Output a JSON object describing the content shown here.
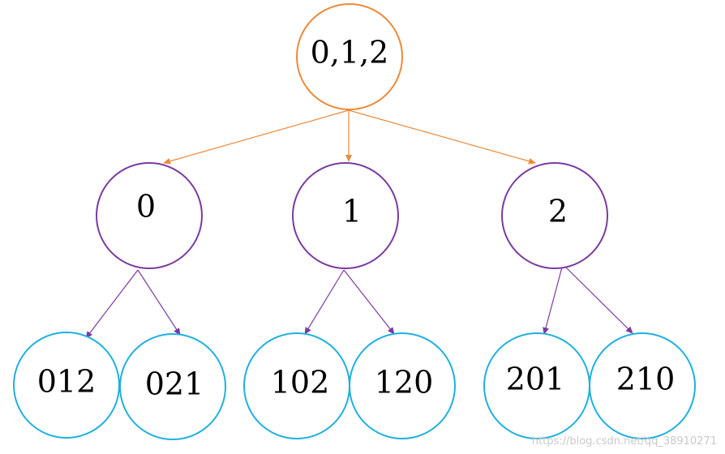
{
  "colors": {
    "root_stroke": "#ec8a3a",
    "root_edge": "#ec8a3a",
    "level1_stroke": "#7a3aa0",
    "level1_edge": "#7a3aa0",
    "level2_stroke": "#1fb0e0"
  },
  "tree": {
    "root": {
      "label": "0,1,2"
    },
    "level1": [
      {
        "label": "0"
      },
      {
        "label": "1"
      },
      {
        "label": "2"
      }
    ],
    "level2": [
      {
        "label": "012"
      },
      {
        "label": "021"
      },
      {
        "label": "102"
      },
      {
        "label": "120"
      },
      {
        "label": "201"
      },
      {
        "label": "210"
      }
    ]
  },
  "watermark": "https://blog.csdn.net/qq_38910271"
}
